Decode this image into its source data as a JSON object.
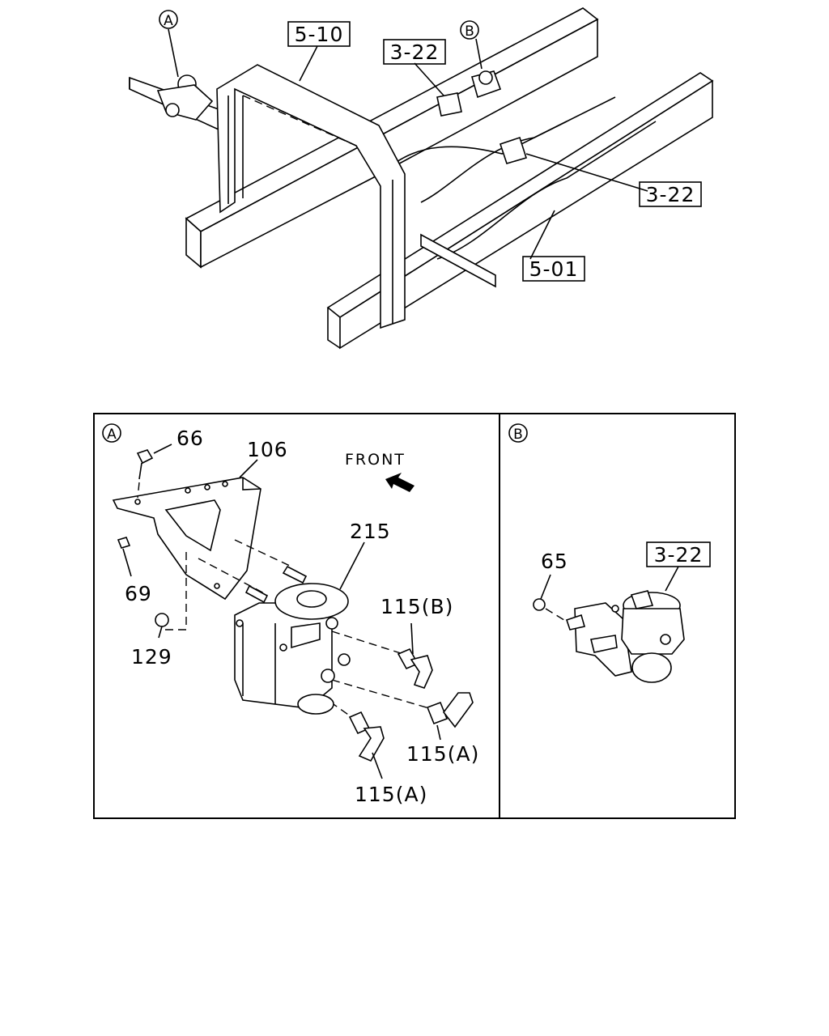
{
  "top_view": {
    "callouts": {
      "circle_a": "A",
      "circle_b": "B",
      "ref_5_10": "5-10",
      "ref_3_22_top": "3-22",
      "ref_3_22_right": "3-22",
      "ref_5_01": "5-01"
    }
  },
  "panel_a": {
    "tag": "A",
    "front_label": "FRONT",
    "parts": {
      "p66": "66",
      "p106": "106",
      "p69": "69",
      "p129": "129",
      "p215": "215",
      "p115b": "115(B)",
      "p115a_right": "115(A)",
      "p115a_bottom": "115(A)"
    }
  },
  "panel_b": {
    "tag": "B",
    "parts": {
      "p65": "65",
      "ref_3_22": "3-22"
    }
  }
}
